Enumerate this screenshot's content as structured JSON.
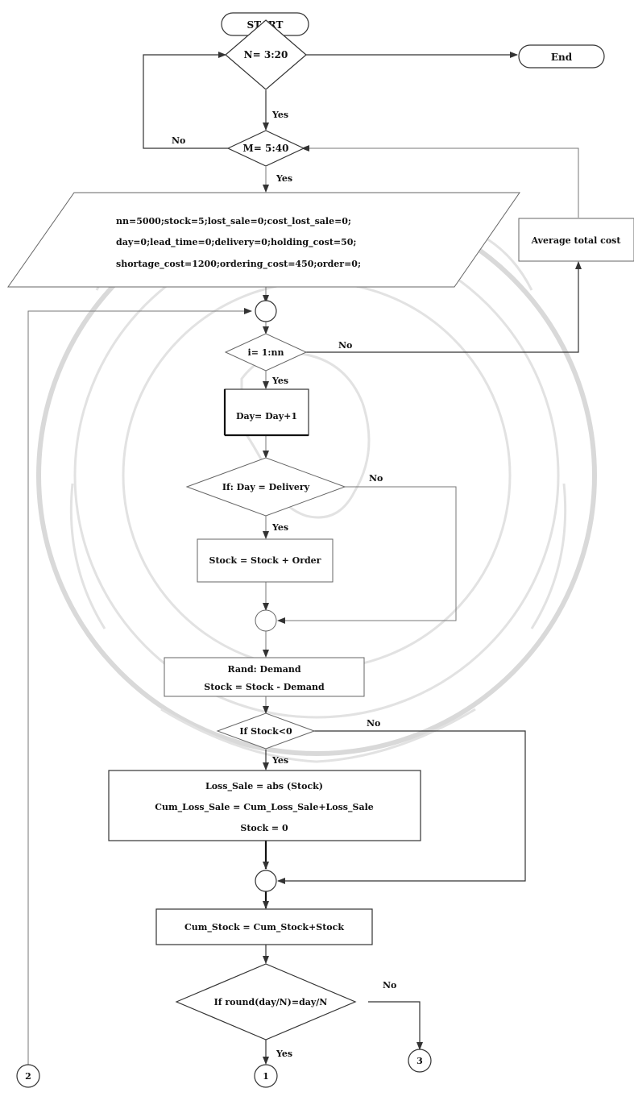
{
  "flowchart": {
    "start": "START",
    "end": "End",
    "loop_n": "N= 3:20",
    "loop_m": "M= 5:40",
    "init_lines": [
      "nn=5000;stock=5;lost_sale=0;cost_lost_sale=0;",
      "day=0;lead_time=0;delivery=0;holding_cost=50;",
      "shortage_cost=1200;ordering_cost=450;order=0;"
    ],
    "average_total_cost": "Average total cost",
    "loop_i": "i= 1:nn",
    "day_increment": "Day= Day+1",
    "if_delivery": "If: Day = Delivery",
    "stock_add_order": "Stock = Stock + Order",
    "demand_lines": [
      "Rand: Demand",
      "Stock = Stock - Demand"
    ],
    "if_stock_negative": "If Stock<0",
    "loss_lines": [
      "Loss_Sale = abs (Stock)",
      "Cum_Loss_Sale = Cum_Loss_Sale+Loss_Sale",
      "Stock = 0"
    ],
    "cum_stock": "Cum_Stock = Cum_Stock+Stock",
    "if_round": "If round(day/N)=day/N",
    "connector_1": "1",
    "connector_2": "2",
    "connector_3": "3"
  },
  "labels": {
    "yes": "Yes",
    "no": "No"
  }
}
